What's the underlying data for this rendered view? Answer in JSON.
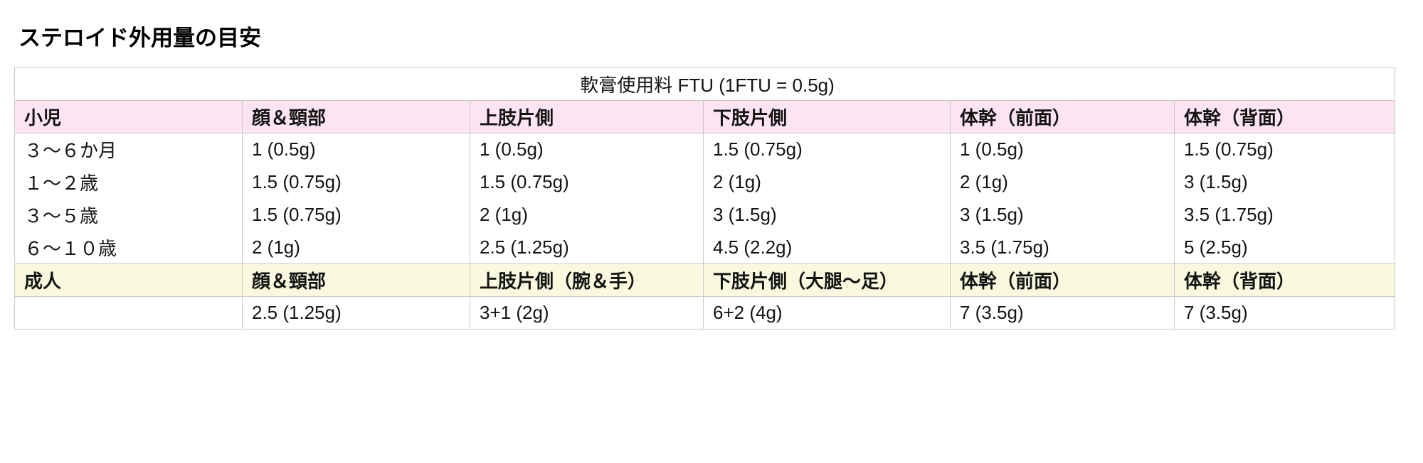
{
  "colors": {
    "page_bg": "#ffffff",
    "text": "#141414",
    "border": "#c9c9c9",
    "children_header_bg": "#fce4f2",
    "adult_header_bg": "#f9f9e0"
  },
  "chart_data": {
    "type": "table",
    "title": "ステロイド外用量の目安",
    "caption": "軟膏使用料 FTU (1FTU = 0.5g)",
    "children": {
      "header": [
        "小児",
        "顔＆頸部",
        "上肢片側",
        "下肢片側",
        "体幹（前面）",
        "体幹（背面）"
      ],
      "rows": [
        [
          "３〜６か月",
          "1 (0.5g)",
          "1 (0.5g)",
          "1.5 (0.75g)",
          "1 (0.5g)",
          "1.5 (0.75g)"
        ],
        [
          "１〜２歳",
          "1.5 (0.75g)",
          "1.5 (0.75g)",
          "2 (1g)",
          "2 (1g)",
          "3 (1.5g)"
        ],
        [
          "３〜５歳",
          "1.5 (0.75g)",
          "2 (1g)",
          "3 (1.5g)",
          "3 (1.5g)",
          "3.5 (1.75g)"
        ],
        [
          "６〜１０歳",
          "2 (1g)",
          "2.5 (1.25g)",
          "4.5 (2.2g)",
          "3.5 (1.75g)",
          "5 (2.5g)"
        ]
      ]
    },
    "adult": {
      "header": [
        "成人",
        "顔＆頸部",
        "上肢片側（腕＆手）",
        "下肢片側（大腿〜足）",
        "体幹（前面）",
        "体幹（背面）"
      ],
      "rows": [
        [
          "",
          "2.5 (1.25g)",
          "3+1 (2g)",
          "6+2 (4g)",
          "7 (3.5g)",
          "7 (3.5g)"
        ]
      ]
    }
  }
}
